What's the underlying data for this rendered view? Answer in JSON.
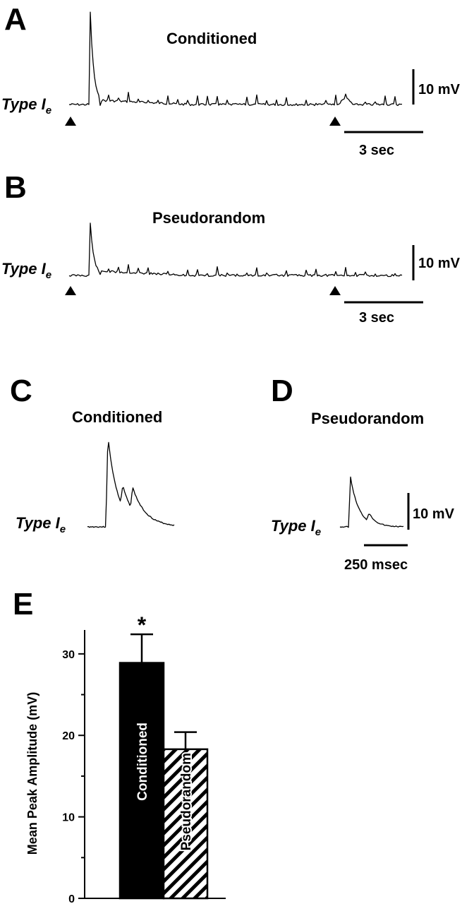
{
  "panels": {
    "a": {
      "letter": "A",
      "title": "Conditioned",
      "cell_label": "Type I",
      "cell_subscript": "e",
      "scale_voltage": "10 mV",
      "scale_time": "3 sec"
    },
    "b": {
      "letter": "B",
      "title": "Pseudorandom",
      "cell_label": "Type I",
      "cell_subscript": "e",
      "scale_voltage": "10 mV",
      "scale_time": "3 sec"
    },
    "c": {
      "letter": "C",
      "title": "Conditioned",
      "cell_label": "Type I",
      "cell_subscript": "e"
    },
    "d": {
      "letter": "D",
      "title": "Pseudorandom",
      "cell_label": "Type I",
      "cell_subscript": "e",
      "scale_voltage": "10 mV",
      "scale_time": "250 msec"
    },
    "e": {
      "letter": "E"
    }
  },
  "chart_data": {
    "type": "bar",
    "categories": [
      "Conditioned",
      "Pseudorandom"
    ],
    "values": [
      28.9,
      18.3
    ],
    "errors": [
      3.5,
      2.1
    ],
    "significance": [
      "*",
      ""
    ],
    "fills": [
      "solid-black",
      "diagonal-hatch"
    ],
    "ylabel": "Mean Peak Amplitude (mV)",
    "ylim": [
      0,
      30
    ],
    "yticks": [
      0,
      10,
      20,
      30
    ],
    "yminor_ticks": [
      5,
      15,
      25
    ],
    "colors": {
      "conditioned": "#000000",
      "pseudorandom": "#ffffff"
    }
  }
}
